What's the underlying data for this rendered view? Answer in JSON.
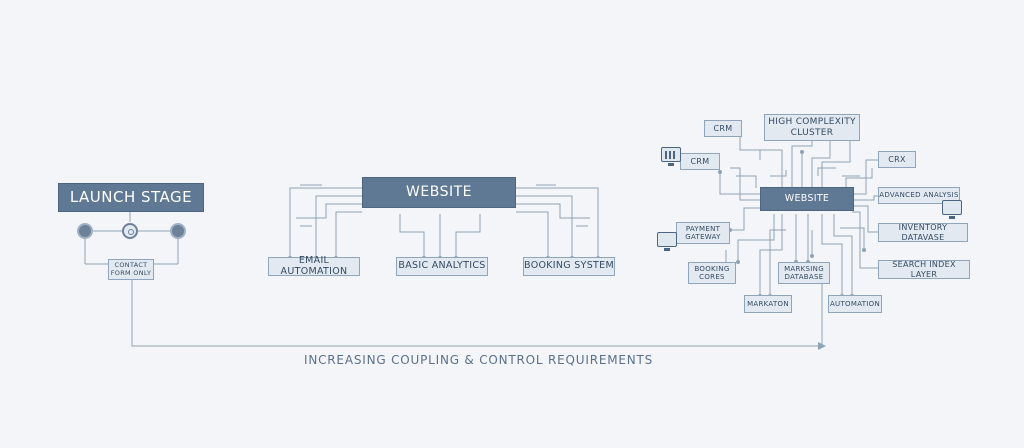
{
  "stage1": {
    "title": "LAUNCH STAGE",
    "contact": "CONTACT FORM ONLY"
  },
  "stage2": {
    "website": "WEBSITE",
    "email": "EMAIL AUTOMATION",
    "analytics": "BASIC ANALYTICS",
    "booking": "BOOKING SYSTEM"
  },
  "stage3": {
    "cluster": "HIGH COMPLEXITY CLUSTER",
    "website": "WEBSITE",
    "crm_top": "CRM",
    "crm": "CRM",
    "crx": "CRX",
    "advanced": "ADVANCED ANALYSIS",
    "inventory": "INVENTORY DATAVASE",
    "search": "SEARCH INDEX LAYER",
    "payment": "PAYMENT GATEWAY",
    "booking": "BOOKING CORES",
    "marketing_db": "MARKSING DATABASE",
    "marketing": "MARKATON",
    "automation": "AUTOMATION"
  },
  "caption": "INCREASING COUPLING & CONTROL REQUIREMENTS"
}
